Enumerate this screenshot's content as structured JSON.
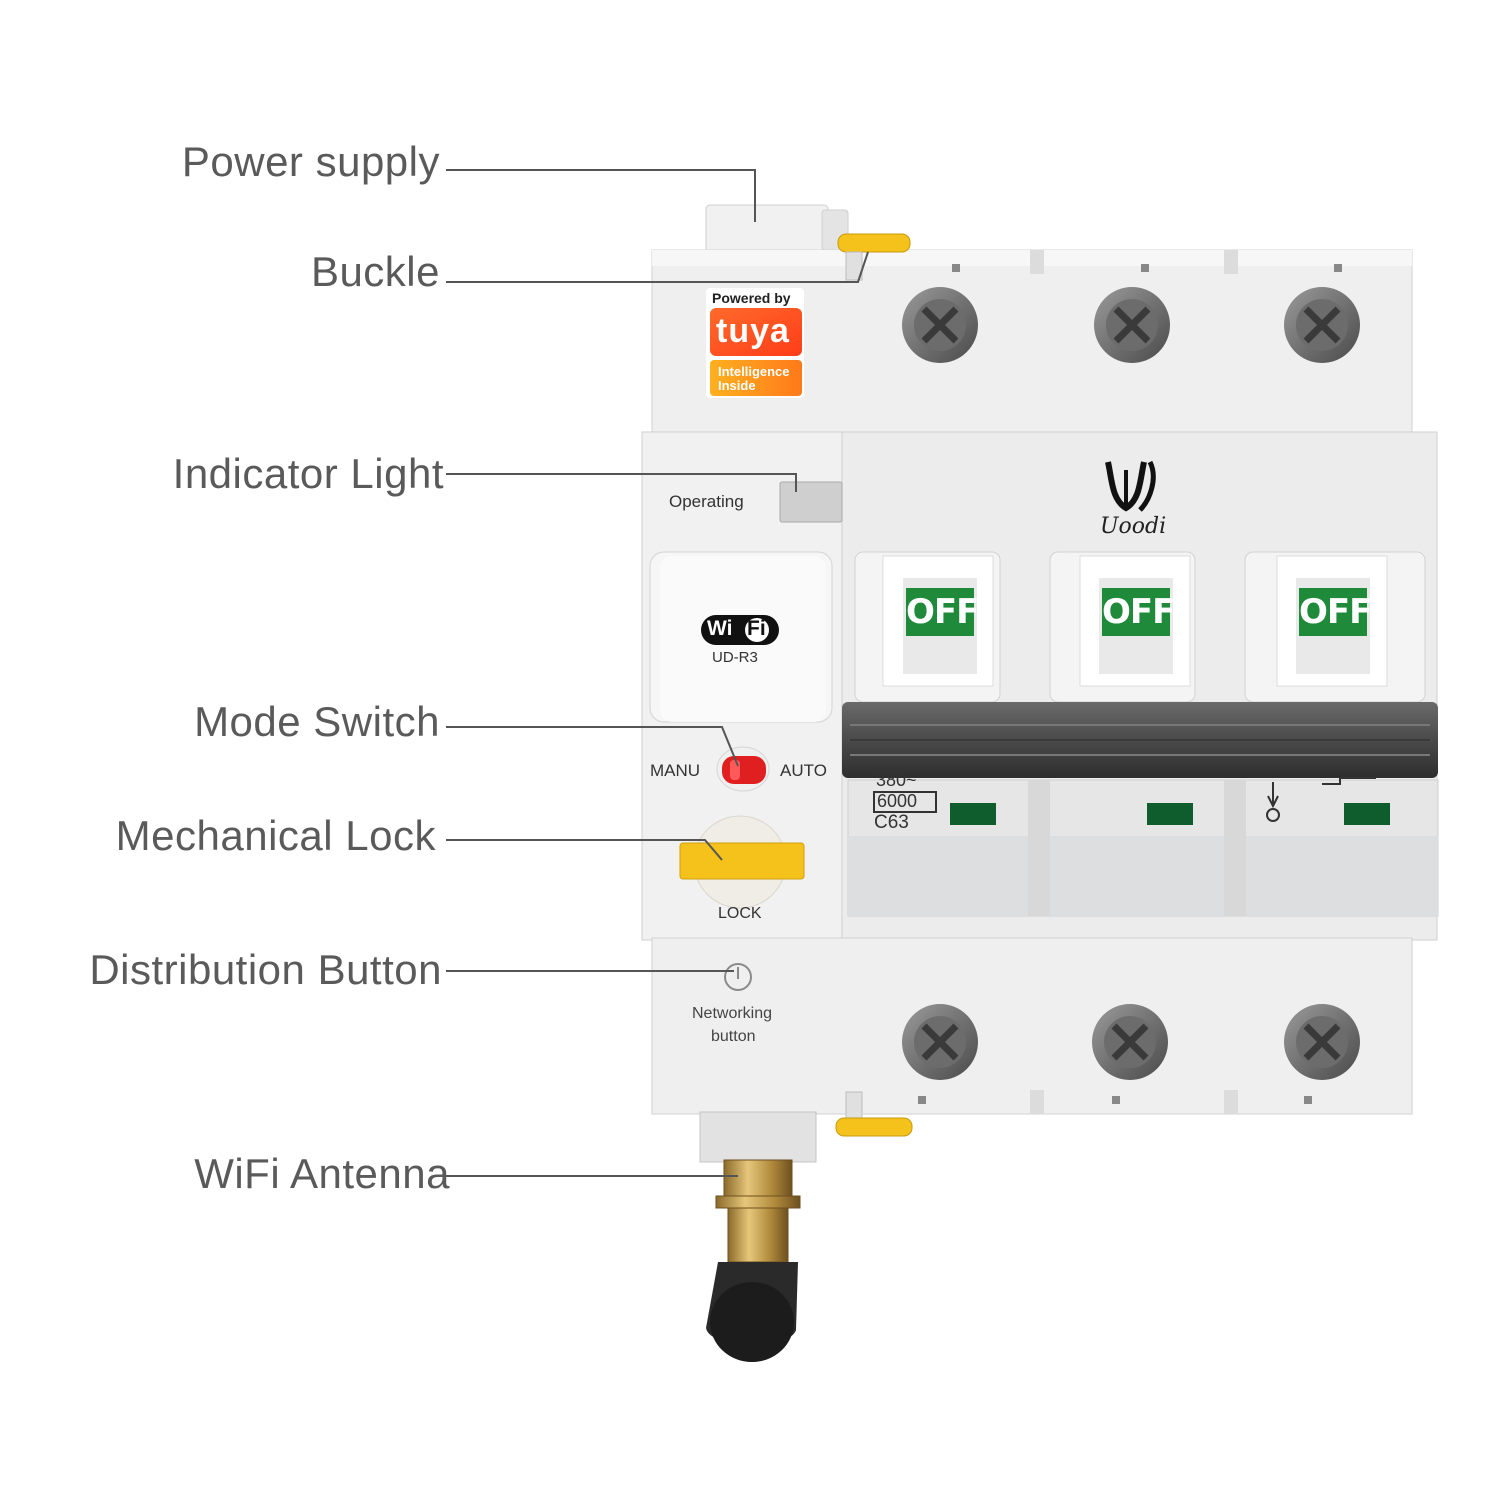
{
  "callouts": {
    "power_supply": "Power supply",
    "buckle": "Buckle",
    "indicator_light": "Indicator Light",
    "mode_switch": "Mode Switch",
    "mechanical_lock": "Mechanical Lock",
    "distribution_button": "Distribution Button",
    "wifi_antenna": "WiFi Antenna"
  },
  "device": {
    "badge": {
      "powered_by": "Powered by",
      "brand": "tuya",
      "tagline_line1": "Intelligence",
      "tagline_line2": "Inside"
    },
    "operating_label": "Operating",
    "wifi_logo_left": "Wi",
    "wifi_logo_right": "Fi",
    "model": "UD-R3",
    "brand_logo": "Uoodi",
    "mode_manual": "MANU",
    "mode_auto": "AUTO",
    "lock_label": "LOCK",
    "networking_line1": "Networking",
    "networking_line2": "button",
    "pole_state": "OFF",
    "ratings": {
      "voltage": "380~",
      "breaking_capacity": "6000",
      "curve_current": "C63"
    }
  },
  "colors": {
    "callout_text": "#5a5a5a",
    "leader_line": "#555555",
    "device_body": "#ececec",
    "off_green": "#1f8a3a",
    "lock_yellow": "#f5c21b",
    "switch_red": "#e02020",
    "tuya_orange": "#ff5a1f"
  }
}
